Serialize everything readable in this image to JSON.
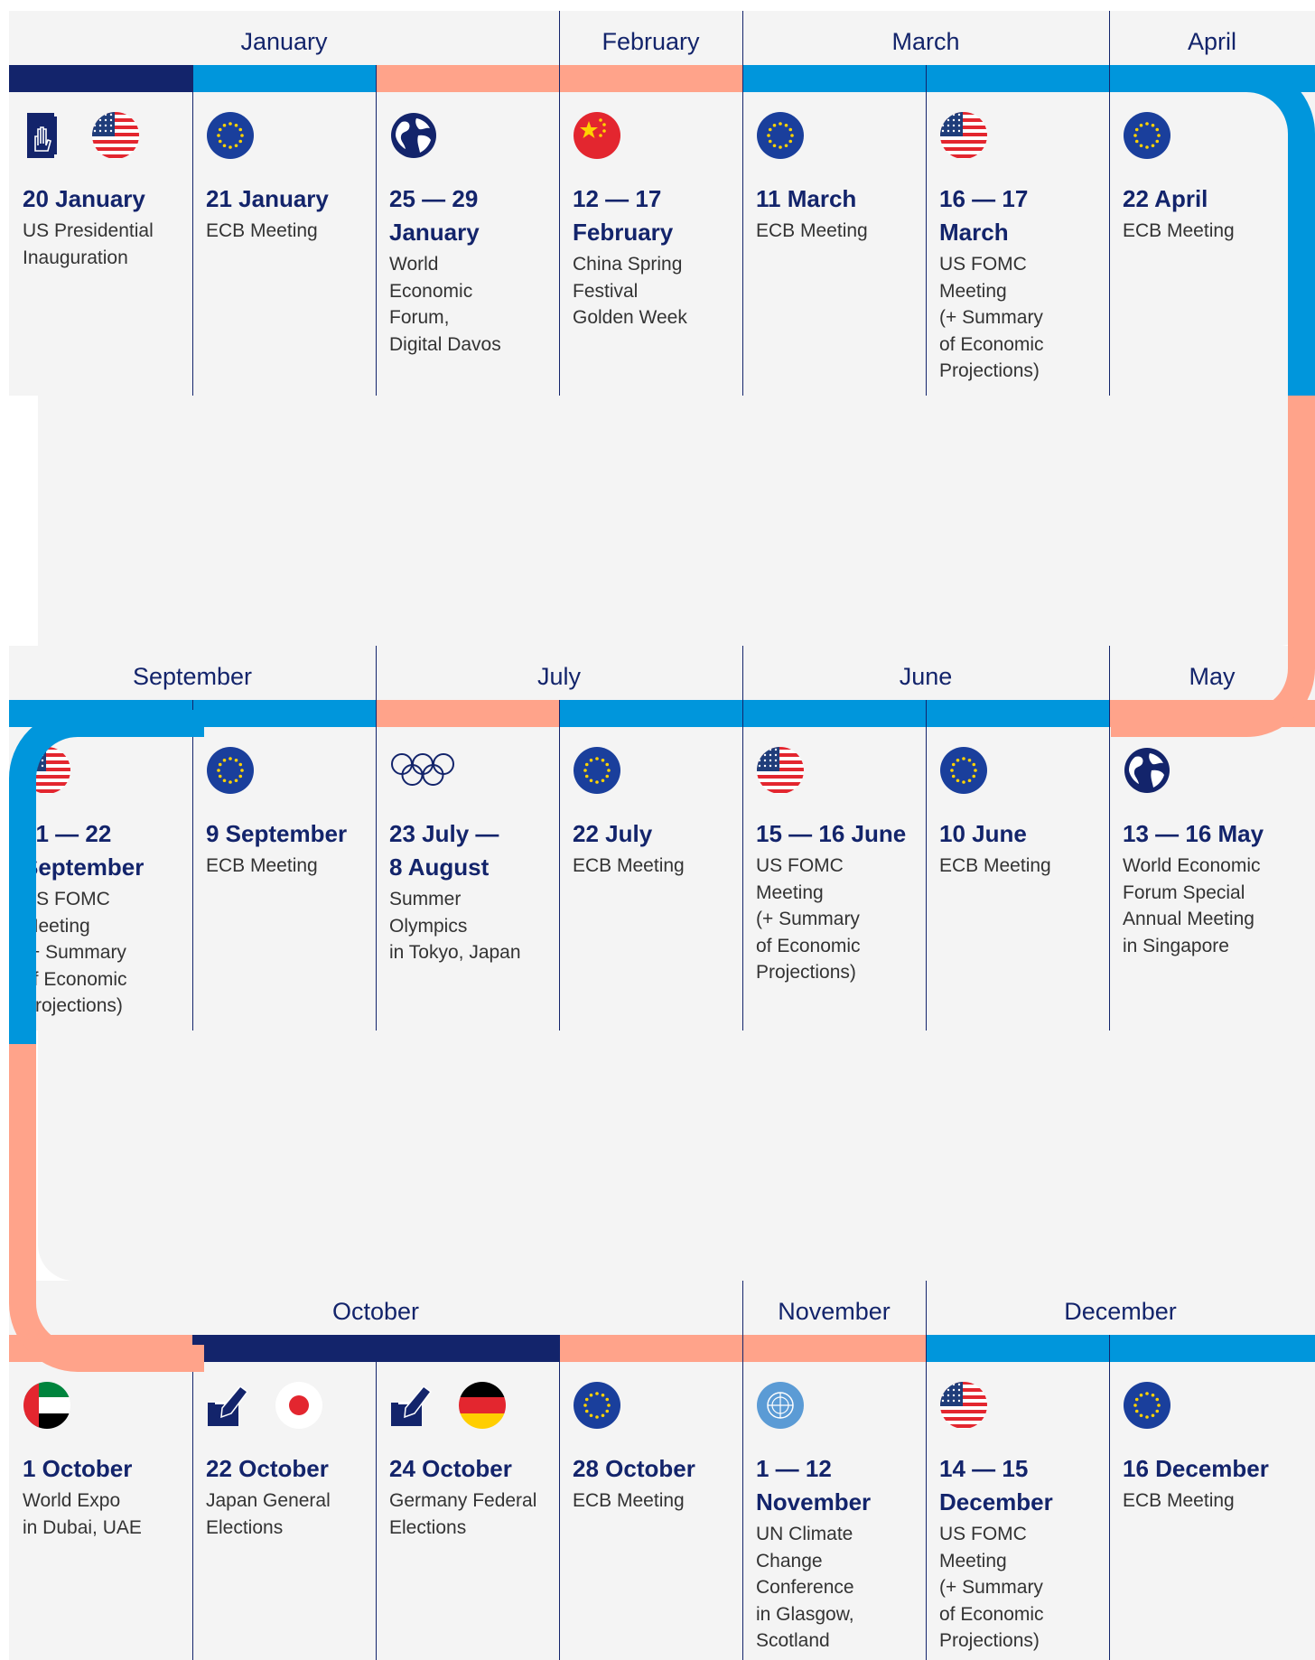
{
  "colors": {
    "navy": "#13246b",
    "blue": "#0096dc",
    "salmon": "#ffa38a",
    "panel": "#f4f4f4",
    "text": "#333333"
  },
  "rows": [
    {
      "months": [
        "January",
        "February",
        "March",
        "April"
      ],
      "events": [
        {
          "date": "20 January",
          "desc": "US Presidential\nInauguration",
          "icons": [
            "inauguration-icon",
            "us-flag-icon"
          ],
          "bar": "navy"
        },
        {
          "date": "21 January",
          "desc": "ECB Meeting",
          "icons": [
            "eu-flag-icon"
          ],
          "bar": "blue"
        },
        {
          "date": "25 — 29\nJanuary",
          "desc": "World\nEconomic\nForum,\nDigital Davos",
          "icons": [
            "globe-icon"
          ],
          "bar": "salmon"
        },
        {
          "date": "12 — 17\nFebruary",
          "desc": "China Spring\nFestival\nGolden Week",
          "icons": [
            "china-flag-icon"
          ],
          "bar": "salmon"
        },
        {
          "date": "11 March",
          "desc": "ECB Meeting",
          "icons": [
            "eu-flag-icon"
          ],
          "bar": "blue"
        },
        {
          "date": "16 — 17\nMarch",
          "desc": "US FOMC\nMeeting\n(+ Summary\nof Economic\nProjections)",
          "icons": [
            "us-flag-icon"
          ],
          "bar": "blue"
        },
        {
          "date": "22 April",
          "desc": "ECB Meeting",
          "icons": [
            "eu-flag-icon"
          ],
          "bar": "blue"
        }
      ]
    },
    {
      "months": [
        "September",
        "July",
        "June",
        "May"
      ],
      "events": [
        {
          "date": "21 — 22\nSeptember",
          "desc": "US FOMC\nMeeting\n(+ Summary\nof Economic\nProjections)",
          "icons": [
            "us-flag-icon"
          ],
          "bar": "blue"
        },
        {
          "date": "9 September",
          "desc": "ECB Meeting",
          "icons": [
            "eu-flag-icon"
          ],
          "bar": "blue"
        },
        {
          "date": "23 July —\n8 August",
          "desc": "Summer\nOlympics\nin Tokyo, Japan",
          "icons": [
            "olympic-rings-icon"
          ],
          "bar": "salmon"
        },
        {
          "date": "22 July",
          "desc": "ECB Meeting",
          "icons": [
            "eu-flag-icon"
          ],
          "bar": "blue"
        },
        {
          "date": "15 — 16 June",
          "desc": "US FOMC\nMeeting\n(+ Summary\nof Economic\nProjections)",
          "icons": [
            "us-flag-icon"
          ],
          "bar": "blue"
        },
        {
          "date": "10 June",
          "desc": "ECB Meeting",
          "icons": [
            "eu-flag-icon"
          ],
          "bar": "blue"
        },
        {
          "date": "13 — 16 May",
          "desc": "World Economic\nForum Special\nAnnual Meeting\nin Singapore",
          "icons": [
            "globe-icon"
          ],
          "bar": "salmon"
        }
      ]
    },
    {
      "months": [
        "October",
        "November",
        "December"
      ],
      "events": [
        {
          "date": "1 October",
          "desc": "World Expo\nin Dubai, UAE",
          "icons": [
            "uae-flag-icon"
          ],
          "bar": "salmon"
        },
        {
          "date": "22 October",
          "desc": "Japan General\nElections",
          "icons": [
            "ballot-icon",
            "japan-flag-icon"
          ],
          "bar": "navy"
        },
        {
          "date": "24 October",
          "desc": "Germany Federal\nElections",
          "icons": [
            "ballot-icon",
            "germany-flag-icon"
          ],
          "bar": "navy"
        },
        {
          "date": "28 October",
          "desc": "ECB Meeting",
          "icons": [
            "eu-flag-icon"
          ],
          "bar": "salmon"
        },
        {
          "date": "1 — 12\nNovember",
          "desc": "UN Climate\nChange\nConference\nin Glasgow,\nScotland",
          "icons": [
            "un-flag-icon"
          ],
          "bar": "salmon"
        },
        {
          "date": "14 — 15\nDecember",
          "desc": "US FOMC\nMeeting\n(+ Summary\nof Economic\nProjections)",
          "icons": [
            "us-flag-icon"
          ],
          "bar": "blue"
        },
        {
          "date": "16 December",
          "desc": "ECB Meeting",
          "icons": [
            "eu-flag-icon"
          ],
          "bar": "blue"
        }
      ]
    }
  ]
}
